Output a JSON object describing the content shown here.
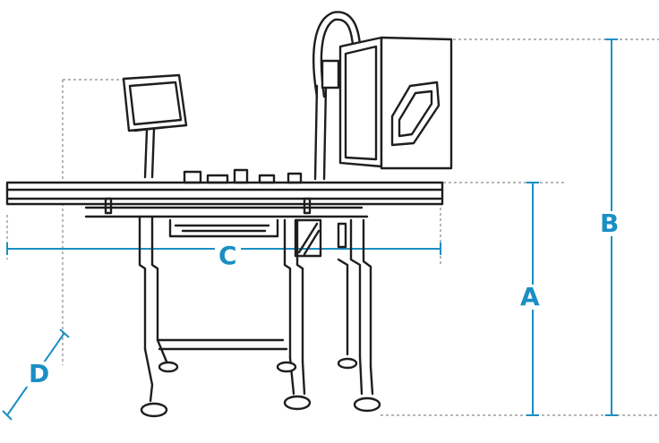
{
  "dimension_labels": {
    "a": "A",
    "b": "B",
    "c": "C",
    "d": "D"
  },
  "colors": {
    "dimension": "#1a8fc4",
    "machine_outline": "#1e1e1e",
    "guide": "#8a8a8a"
  }
}
